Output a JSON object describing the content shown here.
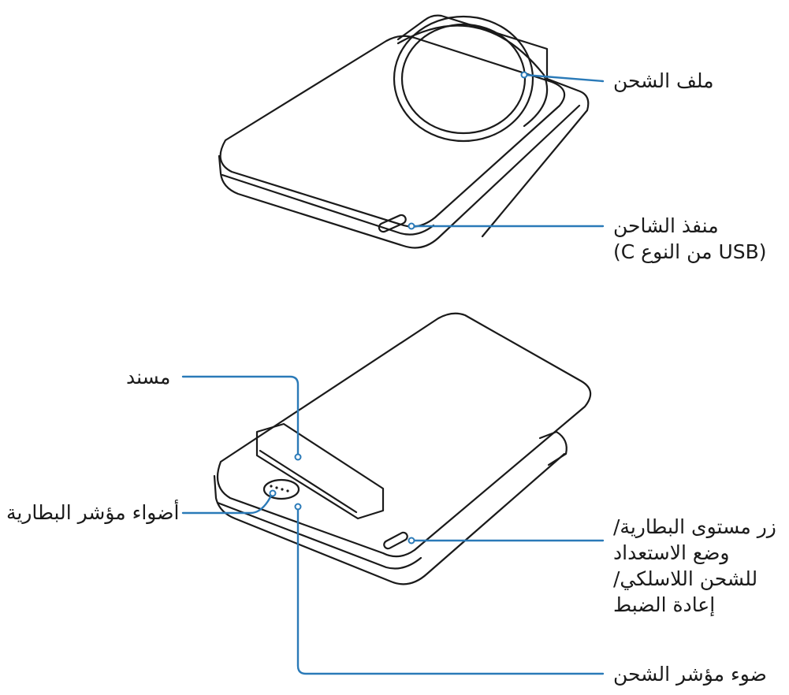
{
  "colors": {
    "outline": "#1a1a1a",
    "leader": "#2a7ab8"
  },
  "callouts": {
    "charging_coil": {
      "lines": [
        "ملف الشحن"
      ]
    },
    "charger_port": {
      "lines": [
        "منفذ الشاحن",
        "(USB من النوع C)"
      ]
    },
    "stand": {
      "lines": [
        "مسند"
      ]
    },
    "battery_indicator_lights": {
      "lines": [
        "أضواء مؤشر البطارية"
      ]
    },
    "battery_level_button": {
      "lines": [
        "زر مستوى البطارية/",
        "وضع الاستعداد",
        "للشحن اللاسلكي/",
        "إعادة الضبط"
      ]
    },
    "charging_indicator_light": {
      "lines": [
        "ضوء مؤشر الشحن"
      ]
    }
  }
}
